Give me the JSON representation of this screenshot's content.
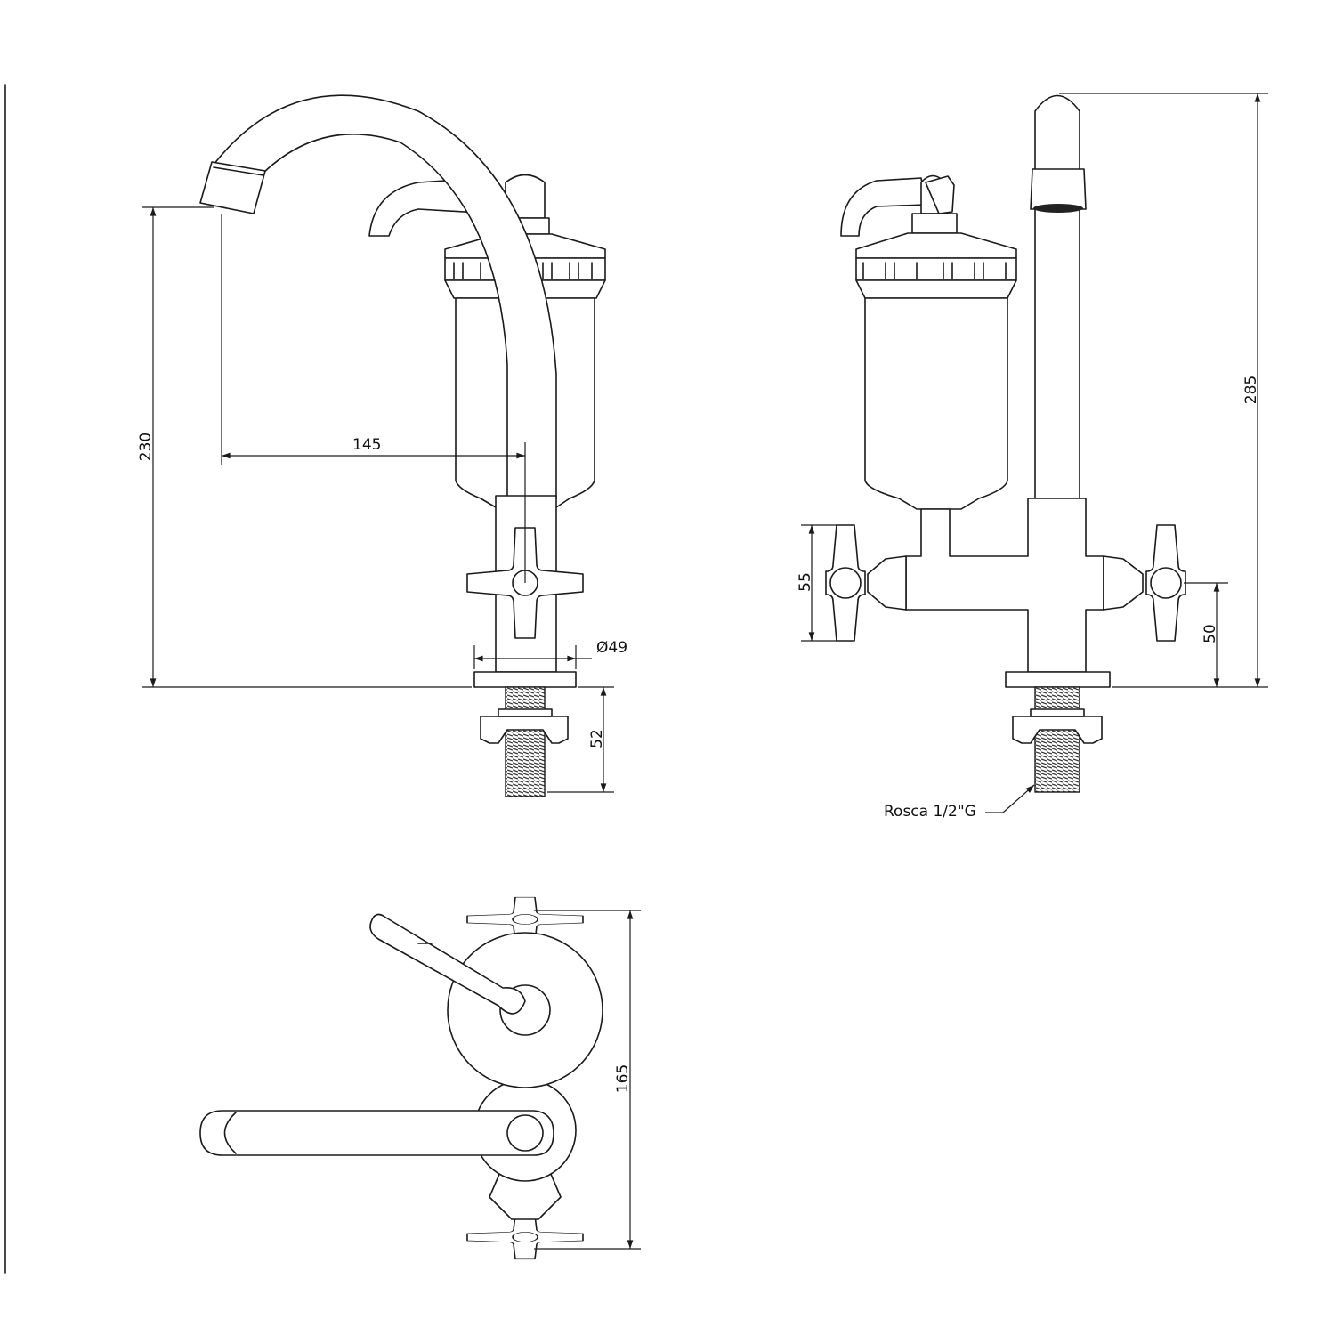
{
  "drawing": {
    "dimensions": {
      "height_front": "230",
      "reach": "145",
      "base_diameter": "Ø49",
      "thread_length": "52",
      "height_side": "285",
      "handle_span": "55",
      "handle_height": "50",
      "depth_top": "165"
    },
    "callout": "Rosca 1/2\"G",
    "colors": {
      "line": "#1a1a1a",
      "background": "#ffffff"
    }
  }
}
